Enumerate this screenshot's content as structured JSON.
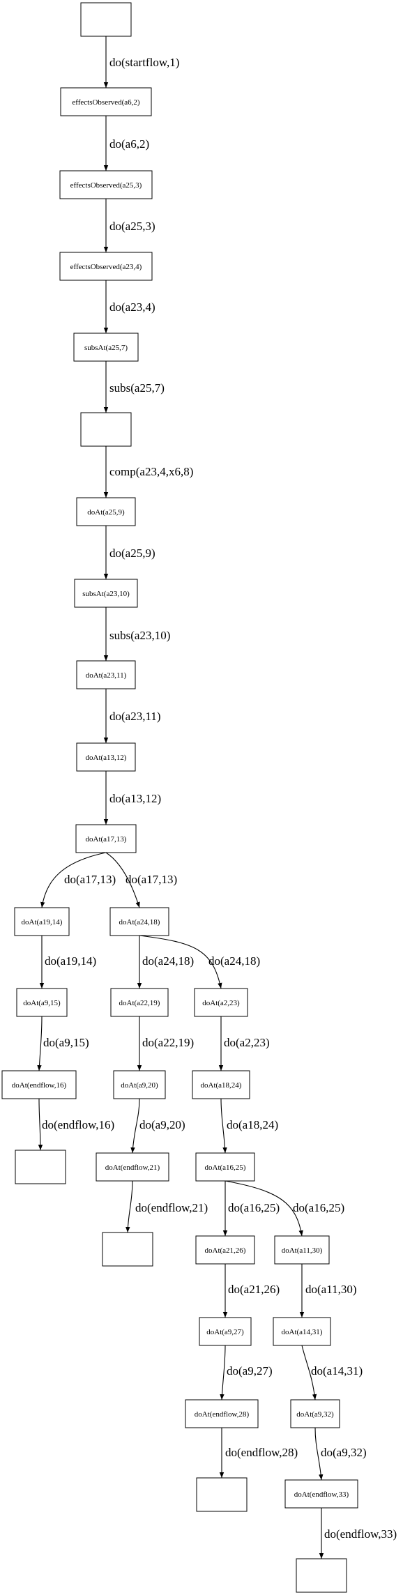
{
  "nodes": [
    {
      "id": "n0",
      "label": ""
    },
    {
      "id": "n1",
      "label": "effectsObserved(a6,2)"
    },
    {
      "id": "n2",
      "label": "effectsObserved(a25,3)"
    },
    {
      "id": "n3",
      "label": "effectsObserved(a23,4)"
    },
    {
      "id": "n4",
      "label": "subsAt(a25,7)"
    },
    {
      "id": "n5",
      "label": ""
    },
    {
      "id": "n6",
      "label": "doAt(a25,9)"
    },
    {
      "id": "n7",
      "label": "subsAt(a23,10)"
    },
    {
      "id": "n8",
      "label": "doAt(a23,11)"
    },
    {
      "id": "n9",
      "label": "doAt(a13,12)"
    },
    {
      "id": "n10",
      "label": "doAt(a17,13)"
    },
    {
      "id": "n11",
      "label": "doAt(a19,14)"
    },
    {
      "id": "n12",
      "label": "doAt(a24,18)"
    },
    {
      "id": "n13",
      "label": "doAt(a9,15)"
    },
    {
      "id": "n14",
      "label": "doAt(a22,19)"
    },
    {
      "id": "n15",
      "label": "doAt(a2,23)"
    },
    {
      "id": "n16",
      "label": "doAt(endflow,16)"
    },
    {
      "id": "n17",
      "label": "doAt(a9,20)"
    },
    {
      "id": "n18",
      "label": "doAt(a18,24)"
    },
    {
      "id": "n19",
      "label": ""
    },
    {
      "id": "n20",
      "label": "doAt(endflow,21)"
    },
    {
      "id": "n21",
      "label": "doAt(a16,25)"
    },
    {
      "id": "n22",
      "label": ""
    },
    {
      "id": "n23",
      "label": "doAt(a21,26)"
    },
    {
      "id": "n24",
      "label": "doAt(a11,30)"
    },
    {
      "id": "n25",
      "label": "doAt(a9,27)"
    },
    {
      "id": "n26",
      "label": "doAt(a14,31)"
    },
    {
      "id": "n27",
      "label": "doAt(endflow,28)"
    },
    {
      "id": "n28",
      "label": "doAt(a9,32)"
    },
    {
      "id": "n29",
      "label": ""
    },
    {
      "id": "n30",
      "label": "doAt(endflow,33)"
    },
    {
      "id": "n31",
      "label": ""
    }
  ],
  "edges": [
    {
      "from": "n0",
      "to": "n1",
      "label": "do(startflow,1)"
    },
    {
      "from": "n1",
      "to": "n2",
      "label": "do(a6,2)"
    },
    {
      "from": "n2",
      "to": "n3",
      "label": "do(a25,3)"
    },
    {
      "from": "n3",
      "to": "n4",
      "label": "do(a23,4)"
    },
    {
      "from": "n4",
      "to": "n5",
      "label": "subs(a25,7)"
    },
    {
      "from": "n5",
      "to": "n6",
      "label": "comp(a23,4,x6,8)"
    },
    {
      "from": "n6",
      "to": "n7",
      "label": "do(a25,9)"
    },
    {
      "from": "n7",
      "to": "n8",
      "label": "subs(a23,10)"
    },
    {
      "from": "n8",
      "to": "n9",
      "label": "do(a23,11)"
    },
    {
      "from": "n9",
      "to": "n10",
      "label": "do(a13,12)"
    },
    {
      "from": "n10",
      "to": "n11",
      "label": "do(a17,13)"
    },
    {
      "from": "n10",
      "to": "n12",
      "label": "do(a17,13)"
    },
    {
      "from": "n11",
      "to": "n13",
      "label": "do(a19,14)"
    },
    {
      "from": "n12",
      "to": "n14",
      "label": "do(a24,18)"
    },
    {
      "from": "n12",
      "to": "n15",
      "label": "do(a24,18)"
    },
    {
      "from": "n13",
      "to": "n16",
      "label": "do(a9,15)"
    },
    {
      "from": "n14",
      "to": "n17",
      "label": "do(a22,19)"
    },
    {
      "from": "n15",
      "to": "n18",
      "label": "do(a2,23)"
    },
    {
      "from": "n16",
      "to": "n19",
      "label": "do(endflow,16)"
    },
    {
      "from": "n17",
      "to": "n20",
      "label": "do(a9,20)"
    },
    {
      "from": "n18",
      "to": "n21",
      "label": "do(a18,24)"
    },
    {
      "from": "n20",
      "to": "n22",
      "label": "do(endflow,21)"
    },
    {
      "from": "n21",
      "to": "n23",
      "label": "do(a16,25)"
    },
    {
      "from": "n21",
      "to": "n24",
      "label": "do(a16,25)"
    },
    {
      "from": "n23",
      "to": "n25",
      "label": "do(a21,26)"
    },
    {
      "from": "n24",
      "to": "n26",
      "label": "do(a11,30)"
    },
    {
      "from": "n25",
      "to": "n27",
      "label": "do(a9,27)"
    },
    {
      "from": "n26",
      "to": "n28",
      "label": "do(a14,31)"
    },
    {
      "from": "n27",
      "to": "n29",
      "label": "do(endflow,28)"
    },
    {
      "from": "n28",
      "to": "n30",
      "label": "do(a9,32)"
    },
    {
      "from": "n30",
      "to": "n31",
      "label": "do(endflow,33)"
    }
  ]
}
